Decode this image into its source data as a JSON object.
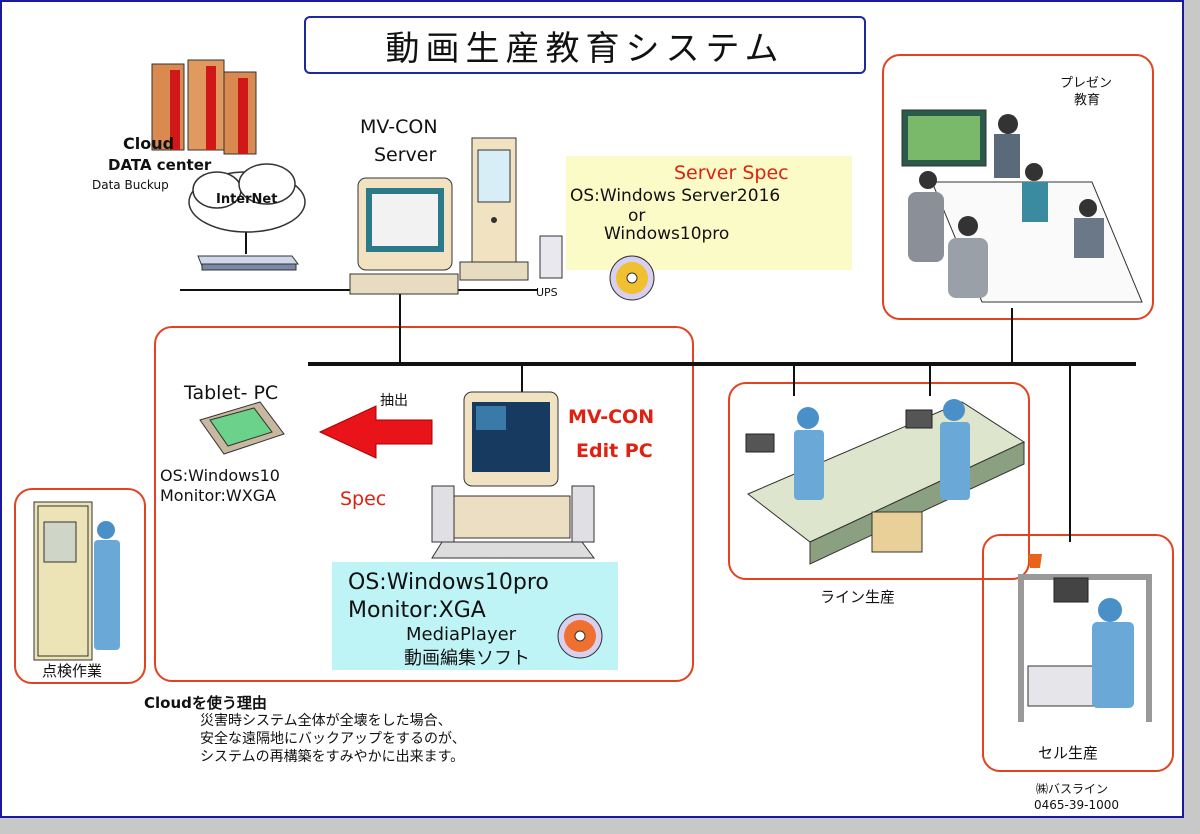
{
  "title": "動画生産教育システム",
  "cloud": {
    "title_line1": "Cloud",
    "title_line2": "DATA center",
    "subtitle": "Data Buckup",
    "internet_label": "InterNet"
  },
  "server": {
    "label_line1": "MV-CON",
    "label_line2": "Server",
    "ups_label": "UPS",
    "spec": {
      "heading": "Server Spec",
      "line1": "OS:Windows Server2016",
      "line2": "or",
      "line3": "Windows10pro"
    }
  },
  "presentation": {
    "label_line1": "プレゼン",
    "label_line2": "教育"
  },
  "tablet": {
    "label": "Tablet- PC",
    "os": "OS:Windows10",
    "monitor": "Monitor:WXGA",
    "extract_label": "抽出"
  },
  "edit_pc": {
    "label_line1": "MV-CON",
    "label_line2": "Edit PC",
    "spec_label": "Spec",
    "spec": {
      "os": "OS:Windows10pro",
      "monitor": "Monitor:XGA",
      "player": "MediaPlayer",
      "software": "動画編集ソフト"
    }
  },
  "line_production": {
    "label": "ライン生産"
  },
  "cell_production": {
    "label": "セル生産"
  },
  "inspection": {
    "label": "点検作業"
  },
  "cloud_reason": {
    "heading": "Cloudを使う理由",
    "line1": "災害時システム全体が全壊をした場合、",
    "line2": "安全な遠隔地にバックアップをするのが、",
    "line3": "システムの再構築をすみやかに出来ます。"
  },
  "company": {
    "name": "㈱バスライン",
    "phone": "0465-39-1000"
  },
  "colors": {
    "accent_red": "#e02010",
    "frame_blue": "#1a2a9c",
    "box_red": "#e2421e",
    "server_spec_bg": "#fbfbc8",
    "edit_spec_bg": "#bff4f7"
  }
}
